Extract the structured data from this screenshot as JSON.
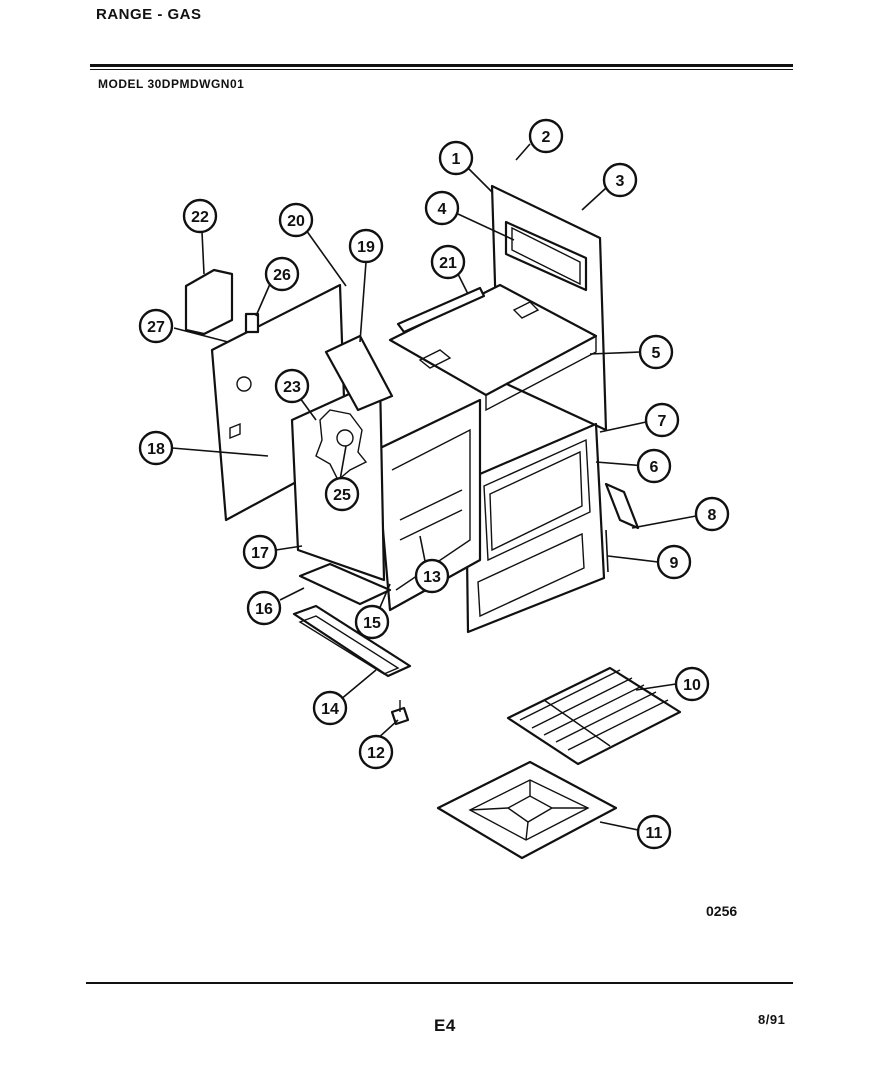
{
  "header": {
    "line1": "RANGE - GAS",
    "model": "MODEL 30DPMDWGN01"
  },
  "diagram": {
    "code": "0256",
    "callouts": [
      "1",
      "2",
      "3",
      "4",
      "5",
      "6",
      "7",
      "8",
      "9",
      "10",
      "11",
      "12",
      "13",
      "14",
      "15",
      "16",
      "17",
      "18",
      "19",
      "20",
      "21",
      "22",
      "23",
      "25",
      "26",
      "27"
    ]
  },
  "footer": {
    "page": "E4",
    "date": "8/91"
  }
}
